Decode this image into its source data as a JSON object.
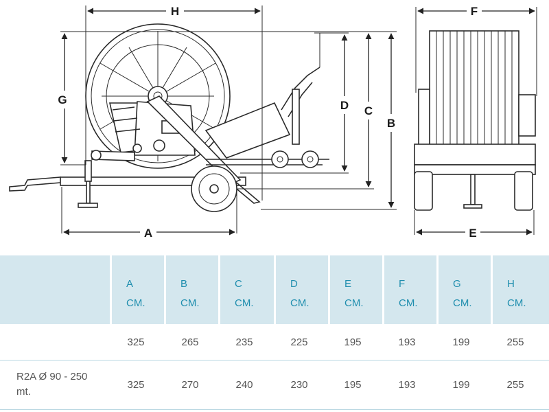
{
  "diagram": {
    "dimension_labels": {
      "A": "A",
      "B": "B",
      "C": "C",
      "D": "D",
      "E": "E",
      "F": "F",
      "G": "G",
      "H": "H"
    }
  },
  "table": {
    "columns": [
      {
        "letter": "A",
        "unit": "CM."
      },
      {
        "letter": "B",
        "unit": "CM."
      },
      {
        "letter": "C",
        "unit": "CM."
      },
      {
        "letter": "D",
        "unit": "CM."
      },
      {
        "letter": "E",
        "unit": "CM."
      },
      {
        "letter": "F",
        "unit": "CM."
      },
      {
        "letter": "G",
        "unit": "CM."
      },
      {
        "letter": "H",
        "unit": "CM."
      }
    ],
    "rows": [
      {
        "model": "",
        "values": [
          "325",
          "265",
          "235",
          "225",
          "195",
          "193",
          "199",
          "255"
        ]
      },
      {
        "model": "R2A Ø 90 - 250 mt.",
        "values": [
          "325",
          "270",
          "240",
          "230",
          "195",
          "193",
          "199",
          "255"
        ]
      }
    ],
    "colors": {
      "header_bg": "#d4e7ee",
      "header_text": "#1f8eae",
      "value_text": "#555555",
      "row_rule": "#b9d7e2"
    }
  }
}
